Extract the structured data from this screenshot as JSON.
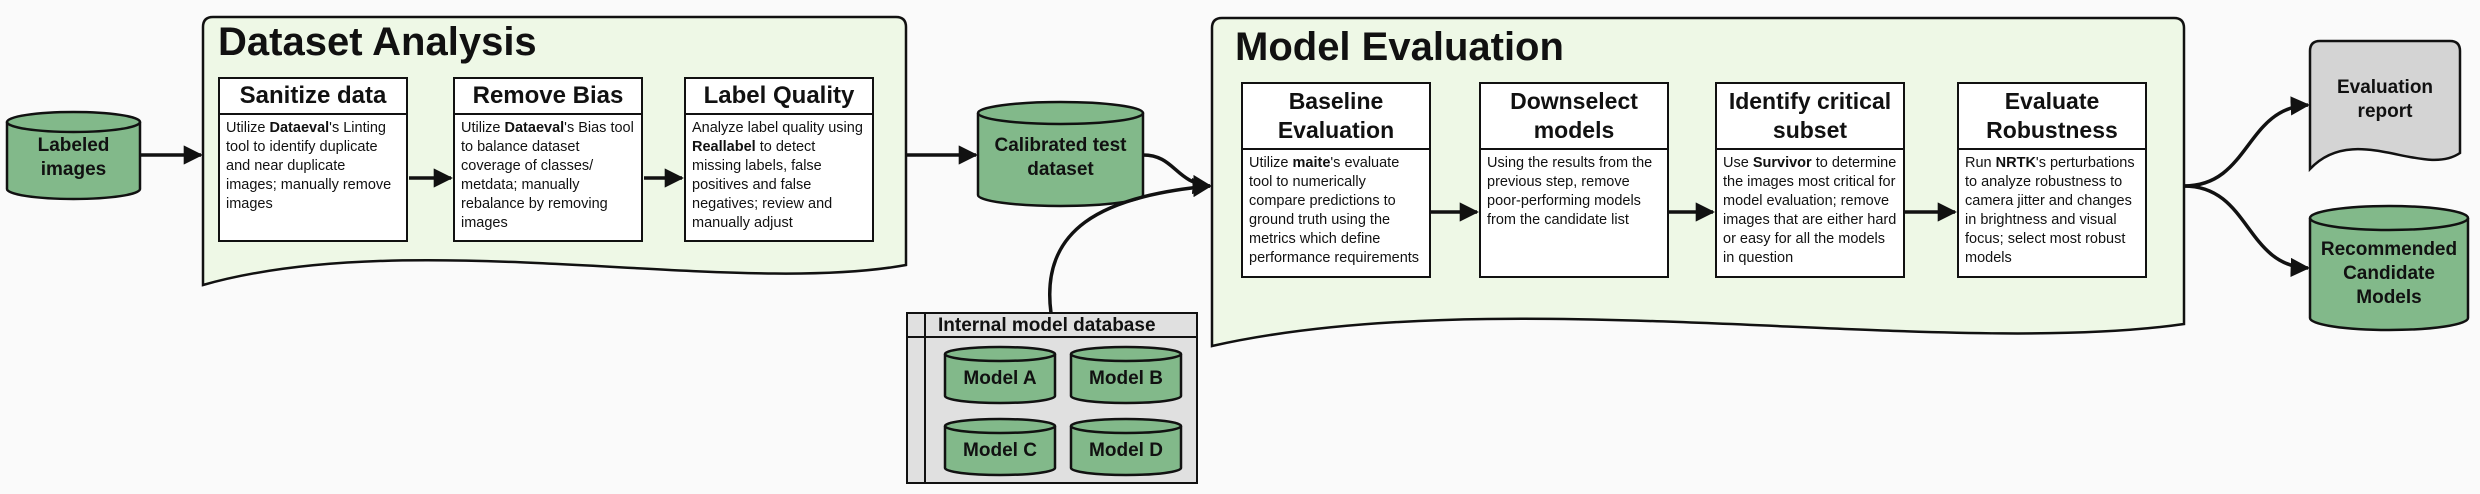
{
  "inputs": {
    "labeled_images": "Labeled images"
  },
  "dataset_analysis": {
    "title": "Dataset Analysis",
    "steps": [
      {
        "title": "Sanitize data",
        "desc": [
          {
            "t": "Utilize "
          },
          {
            "t": "Dataeval",
            "b": true
          },
          {
            "t": "'s Linting tool to identify duplicate and near duplicate images; manually remove images"
          }
        ]
      },
      {
        "title": "Remove Bias",
        "desc": [
          {
            "t": "Utilize "
          },
          {
            "t": "Dataeval",
            "b": true
          },
          {
            "t": "'s Bias tool to balance dataset coverage of classes/ metdata; manually rebalance by removing images"
          }
        ]
      },
      {
        "title": "Label Quality",
        "desc": [
          {
            "t": "Analyze label quality using "
          },
          {
            "t": "Reallabel",
            "b": true
          },
          {
            "t": " to detect missing labels, false positives and false negatives; review and manually adjust"
          }
        ]
      }
    ]
  },
  "calibrated_dataset": "Calibrated test dataset",
  "model_database": {
    "title": "Internal model database",
    "models": [
      "Model A",
      "Model B",
      "Model C",
      "Model D"
    ]
  },
  "model_evaluation": {
    "title": "Model Evaluation",
    "steps": [
      {
        "title": "Baseline Evaluation",
        "desc": [
          {
            "t": "Utilize "
          },
          {
            "t": "maite",
            "b": true
          },
          {
            "t": "'s evaluate tool to numerically compare predictions to ground truth using the metrics which define performance requirements"
          }
        ]
      },
      {
        "title": "Downselect models",
        "desc": [
          {
            "t": "Using the results from the previous step, remove poor-performing models from the candidate list"
          }
        ]
      },
      {
        "title": "Identify critical subset",
        "desc": [
          {
            "t": "Use "
          },
          {
            "t": "Survivor",
            "b": true
          },
          {
            "t": " to determine the images most critical for model evaluation; remove images that are either hard or easy for all the models in question"
          }
        ]
      },
      {
        "title": "Evaluate Robustness",
        "desc": [
          {
            "t": "Run "
          },
          {
            "t": "NRTK",
            "b": true
          },
          {
            "t": "'s perturbations to analyze robustness to camera jitter and changes in brightness and visual focus; select most robust models"
          }
        ]
      }
    ]
  },
  "outputs": {
    "evaluation_report": "Evaluation report",
    "recommended_models": "Recommended Candidate Models"
  },
  "colors": {
    "storage_fill": "#82b98a",
    "phase_fill": "#eef8e6",
    "report_fill": "#d4d4d4",
    "database_fill": "#e0e0e0",
    "stroke": "#111111"
  }
}
